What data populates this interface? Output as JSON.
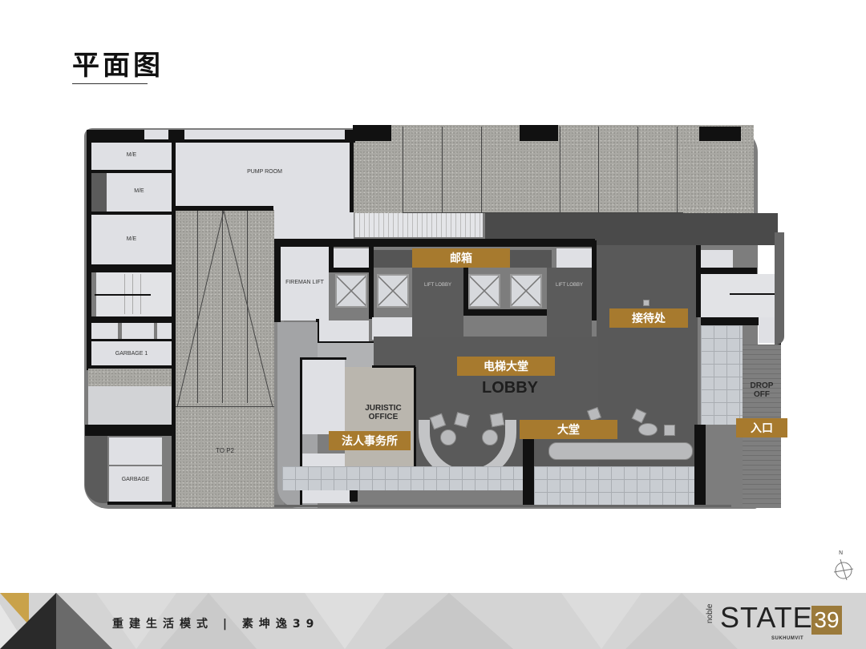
{
  "page": {
    "title": "平面图"
  },
  "plan": {
    "rooms": {
      "me_1": "M/E",
      "me_2": "M/E",
      "me_3": "M/E",
      "pump_room": "PUMP ROOM",
      "garbage_1": "GARBAGE 1",
      "garbage": "GARBAGE",
      "ramp": "TO P2",
      "fireman_lift": "FIREMAN LIFT",
      "lift_lobby_1": "LIFT LOBBY",
      "lift_lobby_2": "LIFT LOBBY",
      "juristic_office": "JURISTIC OFFICE",
      "lobby": "LOBBY",
      "drop_off": "DROP OFF"
    },
    "tags": {
      "mailbox": "邮箱",
      "reception": "接待处",
      "lift_hall": "电梯大堂",
      "juristic": "法人事务所",
      "lobby": "大堂",
      "entrance": "入口"
    },
    "tag_color": "#a77a2e",
    "compass_label": "N"
  },
  "footer": {
    "slogan": "重建生活模式 | 素坤逸39",
    "brand": {
      "noble": "noble",
      "name": "STATE",
      "number": "39",
      "sub": "SUKHUMVIT"
    },
    "accent_color": "#9b7a3b"
  }
}
